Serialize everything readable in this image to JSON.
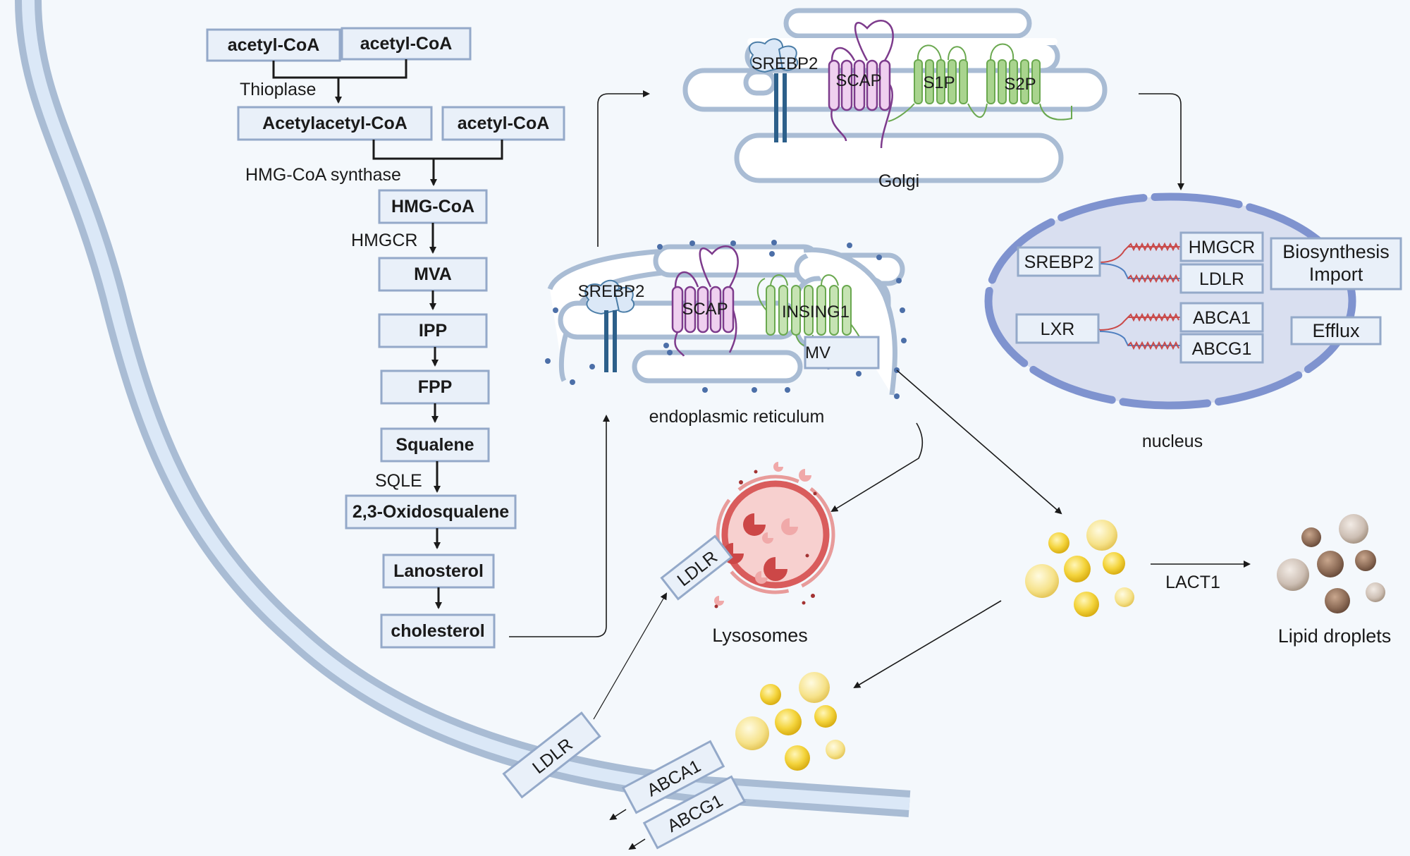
{
  "pathway": {
    "acetyl_coa_1": "acetyl-CoA",
    "acetyl_coa_2": "acetyl-CoA",
    "enzyme_thioplase": "Thioplase",
    "acetylacetyl_coa": "Acetylacetyl-CoA",
    "acetyl_coa_3": "acetyl-CoA",
    "enzyme_hmgcs": "HMG-CoA synthase",
    "hmg_coa": "HMG-CoA",
    "enzyme_hmgcr": "HMGCR",
    "mva": "MVA",
    "ipp": "IPP",
    "fpp": "FPP",
    "squalene": "Squalene",
    "enzyme_sqle": "SQLE",
    "oxidosqualene": "2,3-Oxidosqualene",
    "lanosterol": "Lanosterol",
    "cholesterol": "cholesterol"
  },
  "golgi": {
    "label": "Golgi",
    "srebp2": "SREBP2",
    "scap": "SCAP",
    "s1p": "S1P",
    "s2p": "S2P"
  },
  "er": {
    "label": "endoplasmic reticulum",
    "srebp2": "SREBP2",
    "scap": "SCAP",
    "insig1": "INSING1",
    "mva_partial": "MV"
  },
  "nucleus": {
    "label": "nucleus",
    "srebp2": "SREBP2",
    "hmgcr": "HMGCR",
    "ldlr": "LDLR",
    "lxr": "LXR",
    "abca1": "ABCA1",
    "abcg1": "ABCG1",
    "biosynthesis": "Biosynthesis",
    "import": "Import",
    "efflux": "Efflux"
  },
  "lysosome": {
    "label": "Lysosomes",
    "ldlr": "LDLR"
  },
  "lipid": {
    "enzyme": "LACT1",
    "label": "Lipid droplets"
  },
  "membrane": {
    "ldlr": "LDLR",
    "abca1": "ABCA1",
    "abcg1": "ABCG1"
  },
  "colors": {
    "box_fill": "#e9f0f9",
    "box_stroke": "#94a9c9",
    "membrane": "#a9bcd4",
    "srebp_blue": "#2c5f8a",
    "scap_purple": "#7d3b8c",
    "insig_green": "#6aa84f",
    "s1p_green": "#8bbf6e",
    "nucleus_fill": "#d9dff0",
    "nucleus_edge": "#7f93cf",
    "lysosome_red": "#d95c5c",
    "cholesterol_yellow": "#f2d23a",
    "droplet_brown": "#8b6a55"
  }
}
